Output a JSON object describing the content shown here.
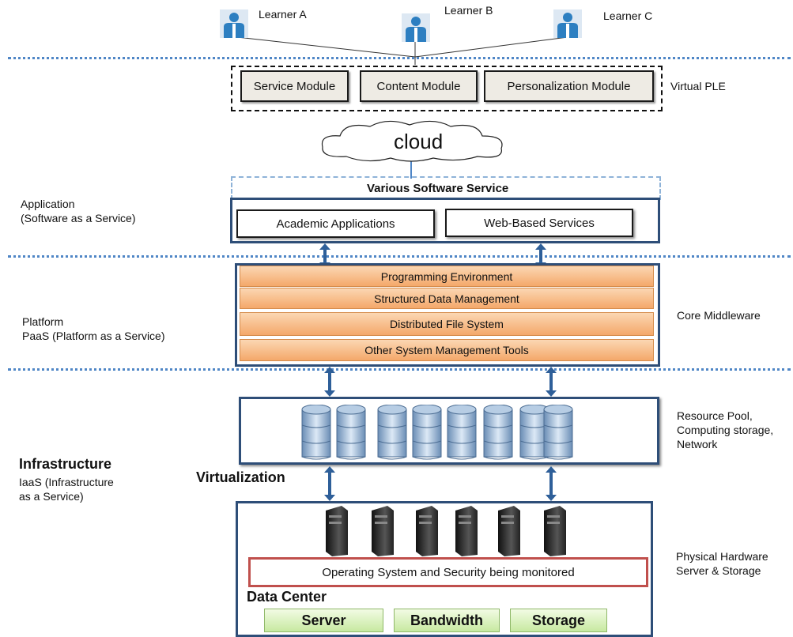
{
  "learners": [
    "Learner A",
    "Learner B",
    "Learner C"
  ],
  "ple": {
    "modules": [
      "Service Module",
      "Content Module",
      "Personalization Module"
    ],
    "label": "Virtual PLE"
  },
  "cloud": "cloud",
  "saas": {
    "banner": "Various Software Service",
    "apps": [
      "Academic Applications",
      "Web-Based Services"
    ],
    "side_title": "Application",
    "side_sub": "(Software as a Service)"
  },
  "paas": {
    "bars": [
      "Programming Environment",
      "Structured Data Management",
      "Distributed File System",
      "Other System Management Tools"
    ],
    "side_title": "Platform",
    "side_sub": "PaaS (Platform  as a Service)",
    "right_label": "Core Middleware"
  },
  "iaas": {
    "side_title": "Infrastructure",
    "side_sub1": "IaaS (Infrastructure",
    "side_sub2": "as a Service)",
    "virtualization": "Virtualization",
    "resource_label": [
      "Resource Pool,",
      "Computing storage,",
      "Network"
    ],
    "os_text": "Operating System and Security being monitored",
    "datacenter": "Data Center",
    "buttons": [
      "Server",
      "Bandwidth",
      "Storage"
    ],
    "hw_label": [
      "Physical Hardware",
      "Server & Storage"
    ]
  },
  "colors": {
    "separator": "#4f86c6",
    "person": "#2d7fc1",
    "paas_bar": "#f4a86a",
    "os_border": "#c0504d",
    "green": "#c7e9a0"
  }
}
